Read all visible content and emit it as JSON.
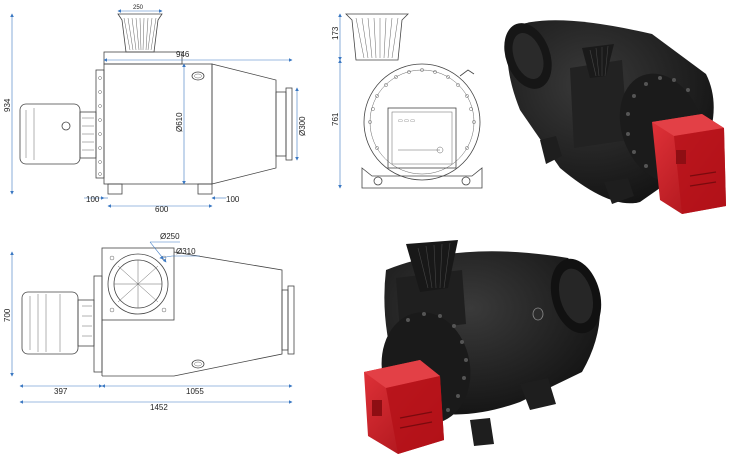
{
  "dimensions": {
    "side_view": {
      "inlet_width": "250",
      "body_length": "946",
      "total_height": "934",
      "body_diameter": "Ø610",
      "outlet_diameter": "Ø300",
      "foot_left": "100",
      "foot_span": "600",
      "foot_right": "100"
    },
    "end_view": {
      "inlet_height": "173",
      "total_height": "761"
    },
    "top_view": {
      "inlet_diameter": "Ø250",
      "flange_diameter": "Ø310",
      "width": "700",
      "burner_length": "397",
      "body_length": "1055",
      "total_length": "1452"
    }
  },
  "colors": {
    "body": "#1c1c1c",
    "burner": "#c8161d",
    "dimension_line": "#3a78c2",
    "outline": "#444444"
  }
}
